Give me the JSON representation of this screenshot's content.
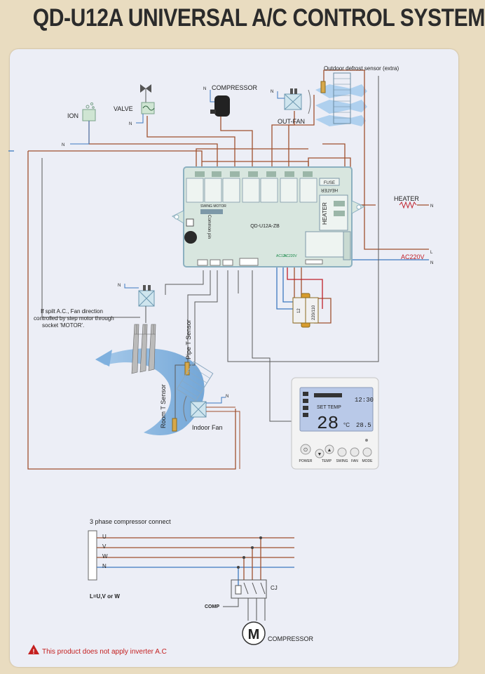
{
  "header": {
    "title": "QD-U12A UNIVERSAL A/C CONTROL SYSTEM"
  },
  "labels": {
    "ion": "ION",
    "valve": "VALVE",
    "compressor": "COMPRESSOR",
    "out_fan": "OUT-FAN",
    "outdoor_defrost": "Outdoor defrost sensor (extra)",
    "heater": "HEATER",
    "ac220v": "AC220V",
    "line_l": "L",
    "line_n": "N",
    "neutral": "N",
    "fuse": "FUSE",
    "heater_vert": "HEATER",
    "board_model": "QD-U12A-ZB",
    "swing_motor": "SWING MOTOR",
    "common_pin": "Common pin",
    "ac12v": "AC12V",
    "ac220v_small": "AC220V",
    "transformer_12": "12",
    "transformer_220": "220/110",
    "split_note": [
      "If spilt A.C., Fan direction",
      "controlled by step motor through",
      "socket 'MOTOR'."
    ],
    "pipe_sensor": "Pipe T Sensor",
    "room_sensor": "Room T Sensor",
    "indoor_fan": "Indoor Fan",
    "three_phase": "3 phase compressor connect",
    "phase_u": "U",
    "phase_v": "V",
    "phase_w": "W",
    "phase_n": "N",
    "l_note": "L=U,V or W",
    "cj": "CJ",
    "comp": "COMP",
    "motor_m": "M",
    "compressor_bottom": "COMPRESSOR",
    "warning": "This product does not apply inverter A.C"
  },
  "remote": {
    "set_temp": "SET TEMP",
    "temp_value": "28",
    "temp_unit": "°C",
    "clock": "12:30",
    "room_value": "28.5",
    "buttons": {
      "power": "POWER",
      "temp": "TEMP",
      "swing": "SWING",
      "fan": "FAN",
      "mode": "MODE"
    }
  },
  "colors": {
    "wire_brown": "#a0502f",
    "wire_blue": "#3c78c0",
    "wire_gray": "#5a5a5a",
    "wire_red": "#c0202a",
    "board_fill": "#d8e6df",
    "board_border": "#8cb0c0",
    "title": "#2b2b2b",
    "panel": "#eceef6",
    "warning_red": "#c42020"
  }
}
